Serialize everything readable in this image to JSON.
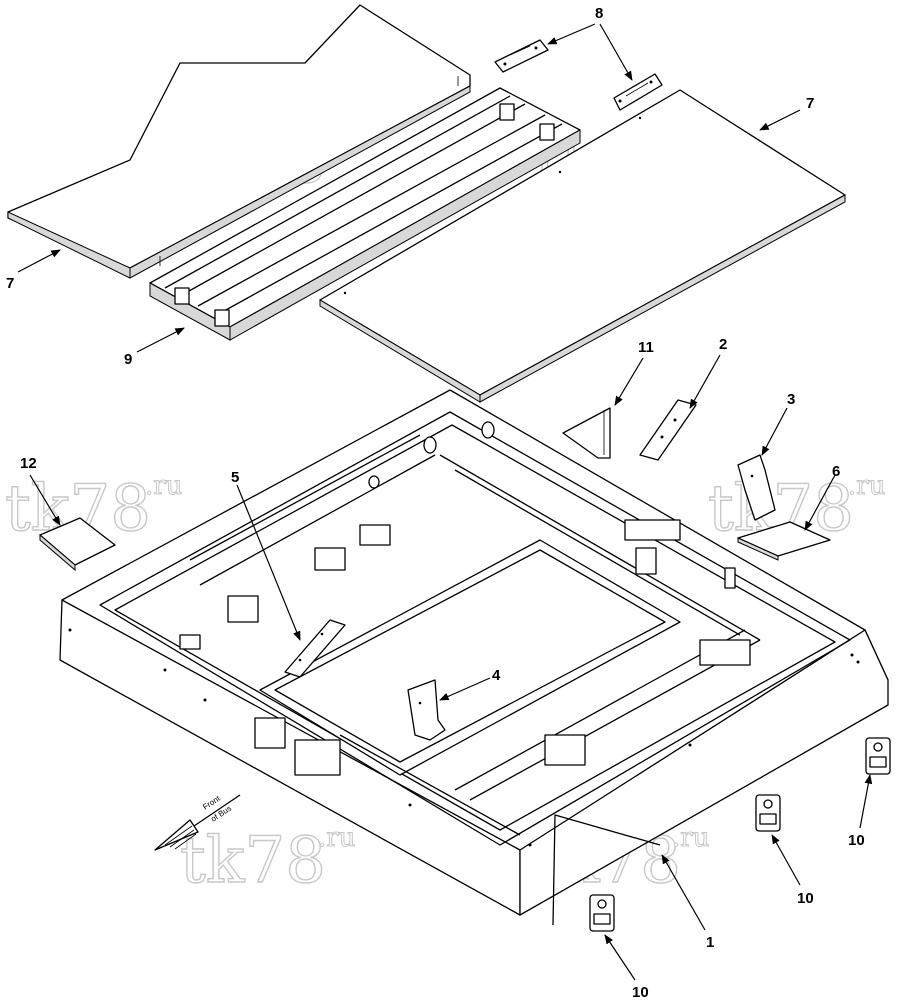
{
  "watermark": {
    "text": "tk78",
    "suffix": ".ru"
  },
  "front_label": {
    "text1": "Front",
    "text2": "of Bus"
  },
  "callouts": {
    "c1": "1",
    "c2": "2",
    "c3": "3",
    "c4": "4",
    "c5": "5",
    "c6": "6",
    "c7a": "7",
    "c7b": "7",
    "c8": "8",
    "c9": "9",
    "c10a": "10",
    "c10b": "10",
    "c10c": "10",
    "c11": "11",
    "c12": "12"
  }
}
